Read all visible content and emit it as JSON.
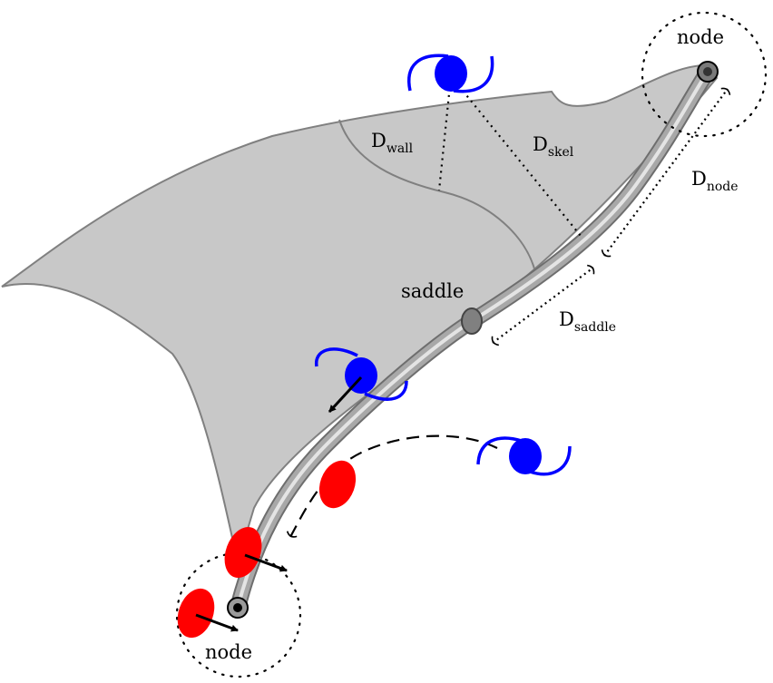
{
  "labels": {
    "node_top": "node",
    "node_bottom": "node",
    "saddle": "saddle",
    "d_wall": {
      "main": "D",
      "sub": "wall"
    },
    "d_skel": {
      "main": "D",
      "sub": "skel"
    },
    "d_node": {
      "main": "D",
      "sub": "node"
    },
    "d_saddle": {
      "main": "D",
      "sub": "saddle"
    }
  },
  "colors": {
    "wall_fill": "#c8c8c8",
    "wall_stroke": "#808080",
    "filament": "#9a9a9a",
    "filament_highlight": "#e4e4e4",
    "halo_blue": "#0000ff",
    "halo_red": "#ff0000"
  },
  "icons": {
    "spinning_halo": "blue-ellipse-with-spin-arcs",
    "infalling_halo": "red-ellipse",
    "velocity": "black-arrow"
  }
}
